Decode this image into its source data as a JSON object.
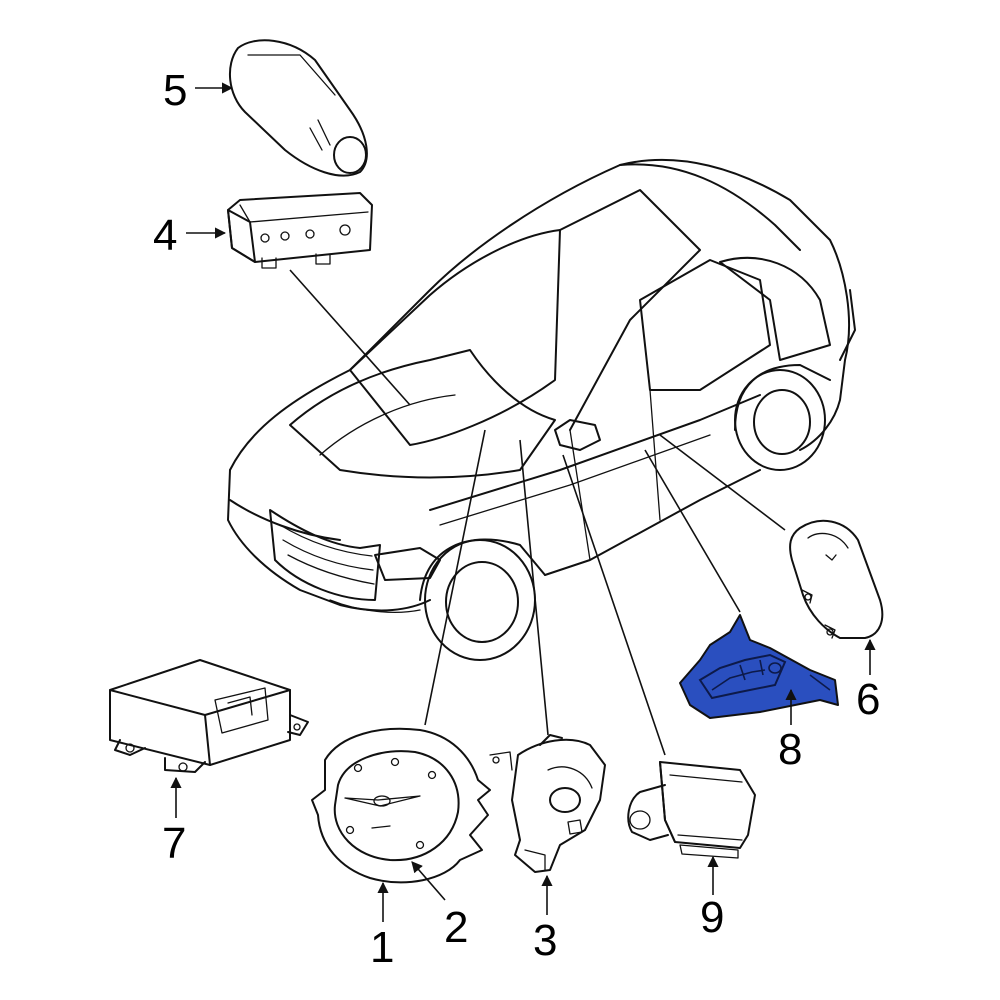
{
  "diagram": {
    "highlight_color": "#2a4fbf",
    "line_color": "#111111",
    "background": "#ffffff",
    "callouts": {
      "c1": "1",
      "c2": "2",
      "c3": "3",
      "c4": "4",
      "c5": "5",
      "c6": "6",
      "c7": "7",
      "c8": "8",
      "c9": "9"
    },
    "highlighted_part": "8"
  }
}
